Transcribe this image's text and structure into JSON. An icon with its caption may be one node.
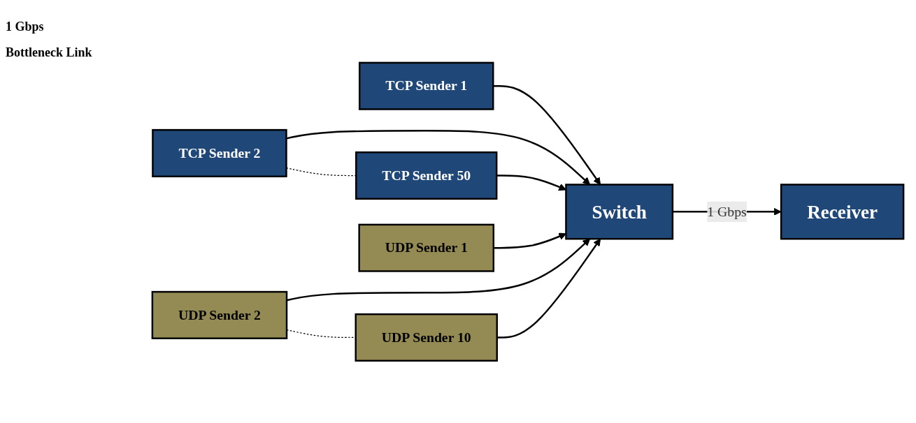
{
  "diagram": {
    "nodes": [
      {
        "text": [
          "TCP Sender 1"
        ]
      },
      {
        "text": [
          "TCP Sender 2"
        ]
      },
      {
        "text": [
          "TCP Sender 50"
        ]
      },
      {
        "text": [
          "UDP Sender 1"
        ]
      },
      {
        "text": [
          "UDP Sender 2"
        ]
      },
      {
        "text": [
          "UDP Sender 10"
        ]
      },
      {
        "text": [
          "Switch"
        ]
      },
      {
        "text": [
          "Receiver"
        ]
      }
    ],
    "edges": [
      {
        "from": 0,
        "to": 6,
        "arrow": "to"
      },
      {
        "from": 1,
        "to": 6,
        "arrow": "to"
      },
      {
        "from": 2,
        "to": 6,
        "arrow": "to"
      },
      {
        "from": 3,
        "to": 6,
        "arrow": "to"
      },
      {
        "from": 4,
        "to": 6,
        "arrow": "to"
      },
      {
        "from": 5,
        "to": 6,
        "arrow": "to"
      },
      {
        "from": 6,
        "to": 7,
        "label": "1 Gbps",
        "arrow": "to"
      },
      {
        "from": 1,
        "to": 2,
        "arrow": "none",
        "style": "dashed"
      },
      {
        "from": 4,
        "to": 5,
        "arrow": "none",
        "style": "dashed"
      }
    ],
    "labels": [
      "1 Gbps",
      "Bottleneck Link"
    ]
  }
}
